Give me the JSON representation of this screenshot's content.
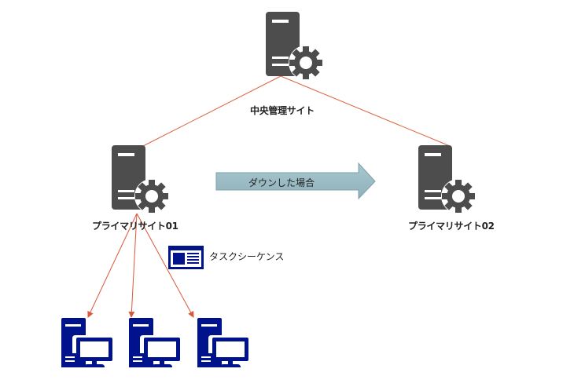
{
  "diagram": {
    "nodes": {
      "central": {
        "label": "中央管理サイト",
        "icon": "server-gear-icon"
      },
      "primary1": {
        "label": "プライマリサイト01",
        "icon": "server-gear-icon"
      },
      "primary2": {
        "label": "プライマリサイト02",
        "icon": "server-gear-icon"
      },
      "clients": [
        {
          "icon": "desktop-pc-icon"
        },
        {
          "icon": "desktop-pc-icon"
        },
        {
          "icon": "desktop-pc-icon"
        }
      ]
    },
    "failover_arrow": {
      "label": "ダウンした場合"
    },
    "task_sequence": {
      "label": "タスクシーケンス",
      "icon": "window-document-icon"
    },
    "colors": {
      "server": "#4d4d4d",
      "connector": "#e0603c",
      "client": "#00138c",
      "arrow_fill": "#9dbcc4",
      "arrow_stroke": "#6f9aa5"
    }
  }
}
